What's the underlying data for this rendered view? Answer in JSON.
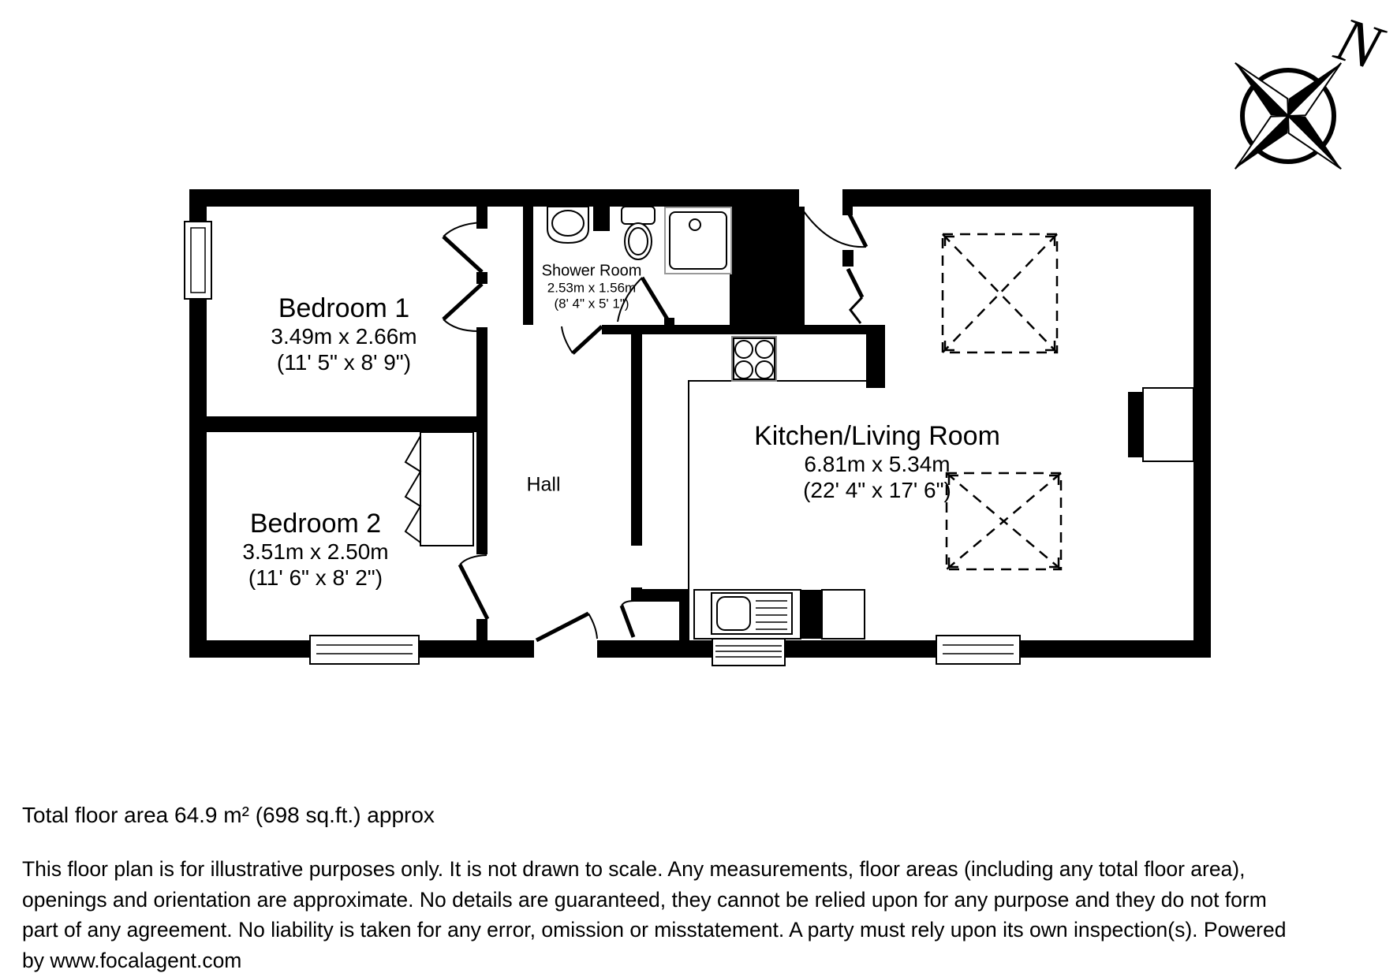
{
  "plan": {
    "compass": {
      "north_label": "N"
    },
    "rooms": {
      "bedroom1": {
        "name": "Bedroom 1",
        "metric": "3.49m x 2.66m",
        "imperial": "(11' 5\" x 8' 9\")"
      },
      "bedroom2": {
        "name": "Bedroom 2",
        "metric": "3.51m x 2.50m",
        "imperial": "(11' 6\" x 8' 2\")"
      },
      "shower_room": {
        "name": "Shower Room",
        "metric": "2.53m x 1.56m",
        "imperial": "(8' 4\" x 5' 1\")"
      },
      "hall": {
        "name": "Hall"
      },
      "kitchen_living": {
        "name": "Kitchen/Living Room",
        "metric": "6.81m x 5.34m",
        "imperial": "(22' 4\" x 17' 6\")"
      }
    },
    "fixtures": [
      "wash-basin",
      "toilet",
      "shower-tray",
      "hob",
      "kitchen-sink",
      "wardrobe",
      "skylight",
      "skylight"
    ],
    "colors": {
      "wall": "#000000",
      "background": "#ffffff",
      "tray_outline": "#999999"
    }
  },
  "footer": {
    "total_area": "Total floor area 64.9 m² (698 sq.ft.) approx",
    "disclaimer_lines": [
      "This floor plan is for illustrative purposes only. It is not drawn to scale. Any measurements, floor areas (including any total floor area),",
      "openings and orientation are approximate. No details are guaranteed, they cannot be relied upon for any purpose and they do not form",
      "part of any agreement. No liability is taken for any error, omission or misstatement. A party must rely upon its own inspection(s). Powered",
      "by www.focalagent.com"
    ]
  }
}
